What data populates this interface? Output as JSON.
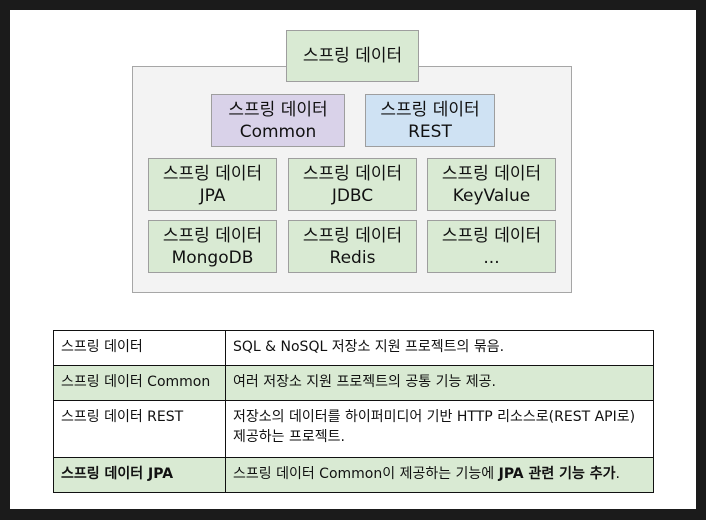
{
  "diagram": {
    "top": {
      "line1": "스프링 데이터"
    },
    "common": {
      "line1": "스프링 데이터",
      "line2": "Common"
    },
    "rest": {
      "line1": "스프링 데이터",
      "line2": "REST"
    },
    "modules": [
      {
        "line1": "스프링 데이터",
        "line2": "JPA"
      },
      {
        "line1": "스프링 데이터",
        "line2": "JDBC"
      },
      {
        "line1": "스프링 데이터",
        "line2": "KeyValue"
      },
      {
        "line1": "스프링 데이터",
        "line2": "MongoDB"
      },
      {
        "line1": "스프링 데이터",
        "line2": "Redis"
      },
      {
        "line1": "스프링 데이터",
        "line2": "..."
      }
    ]
  },
  "table": {
    "rows": [
      {
        "name": "스프링 데이터",
        "desc": "SQL & NoSQL 저장소 지원 프로젝트의 묶음."
      },
      {
        "name": "스프링 데이터 Common",
        "desc": "여러 저장소 지원 프로젝트의 공통 기능 제공."
      },
      {
        "name": "스프링 데이터 REST",
        "desc": "저장소의 데이터를 하이퍼미디어 기반 HTTP 리소스로(REST API로) 제공하는 프로젝트."
      },
      {
        "name": "스프링 데이터 JPA",
        "desc_pre": "스프링 데이터 Common이 제공하는 기능에 ",
        "desc_bold": "JPA 관련 기능 추가",
        "desc_post": "."
      }
    ]
  },
  "colors": {
    "green": "#d9ead3",
    "purple": "#d9d2e9",
    "blue": "#cfe2f3",
    "group_bg": "#f3f3f3"
  }
}
